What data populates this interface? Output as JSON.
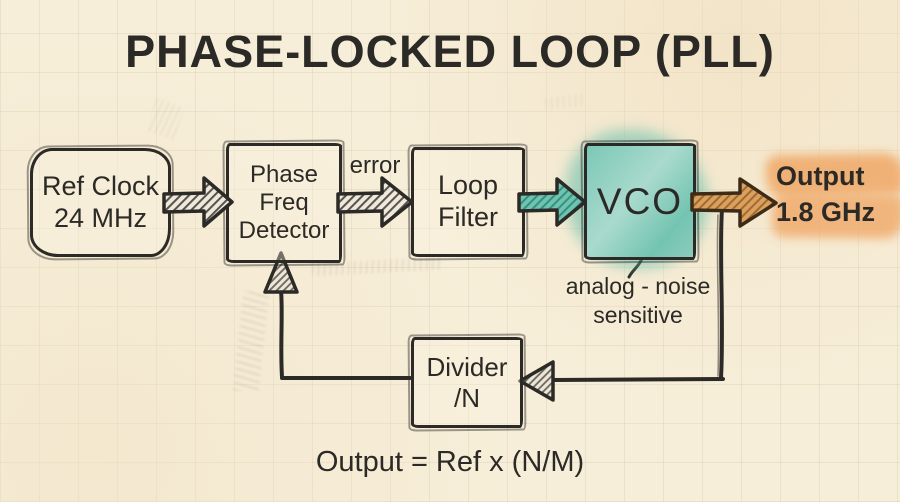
{
  "title": "PHASE-LOCKED LOOP (PLL)",
  "colors": {
    "background": "#f7eed9",
    "ink": "#2c2a26",
    "vco_fill": "#7cc8b7",
    "output_highlight": "#f0a867",
    "arrow_orange_fill": "#dba05f",
    "arrow_teal_fill": "#6fc3b1"
  },
  "blocks": {
    "ref_clock": {
      "line1": "Ref Clock",
      "line2": "24 MHz"
    },
    "pfd": {
      "line1": "Phase",
      "line2": "Freq",
      "line3": "Detector"
    },
    "loop_filter": {
      "line1": "Loop",
      "line2": "Filter"
    },
    "vco": {
      "label": "VCO"
    },
    "divider": {
      "line1": "Divider",
      "line2": "/N"
    }
  },
  "labels": {
    "error": "error",
    "output_line1": "Output",
    "output_line2": "1.8 GHz",
    "vco_note_line1": "analog - noise",
    "vco_note_line2": "sensitive",
    "formula": "Output = Ref x (N/M)"
  }
}
